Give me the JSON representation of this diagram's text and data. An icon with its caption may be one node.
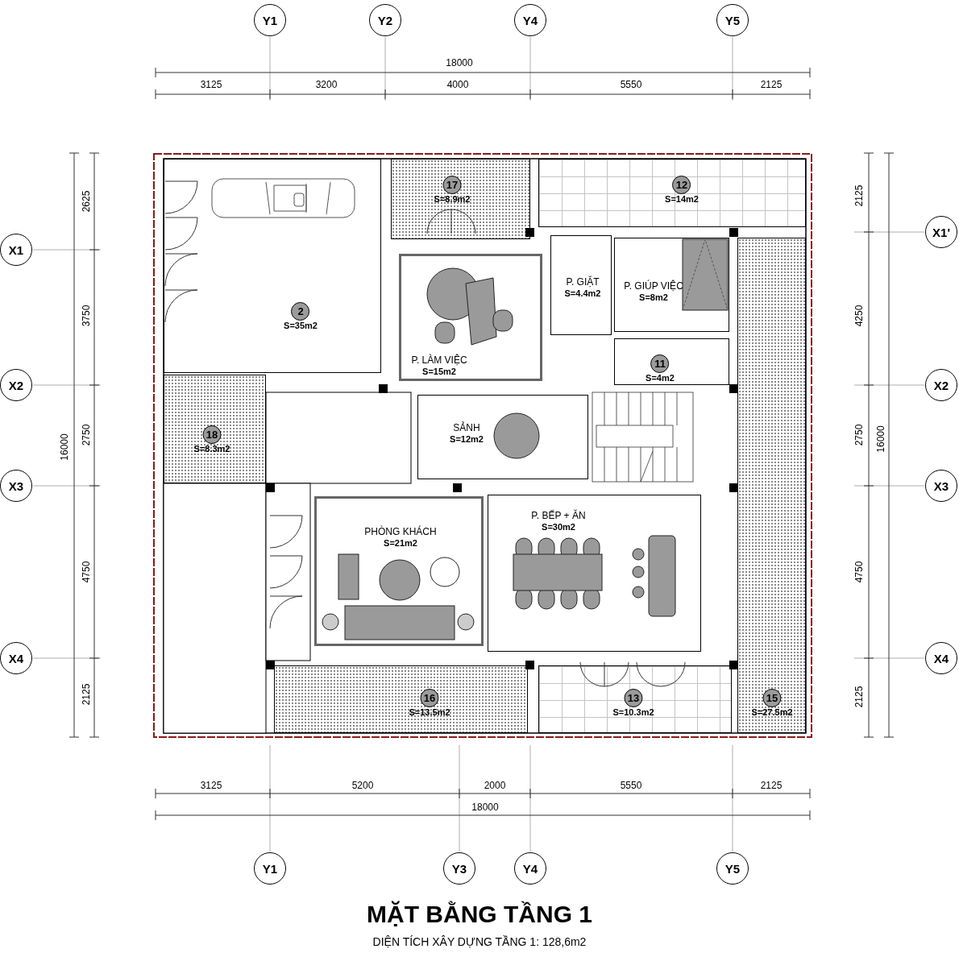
{
  "diagram": {
    "title": "MẶT BẰNG TẦNG 1",
    "caption": "DIỆN TÍCH XÂY DỰNG TẦNG 1: 128,6m2",
    "nodes": [
      {
        "text": [
          "Y1"
        ]
      },
      {
        "text": [
          "Y2"
        ]
      },
      {
        "text": [
          "Y4"
        ]
      },
      {
        "text": [
          "Y5"
        ]
      },
      {
        "text": [
          "X1"
        ]
      },
      {
        "text": [
          "X1'"
        ]
      },
      {
        "text": [
          "X2"
        ]
      },
      {
        "text": [
          "X2"
        ]
      },
      {
        "text": [
          "X3"
        ]
      },
      {
        "text": [
          "X3"
        ]
      },
      {
        "text": [
          "X4"
        ]
      },
      {
        "text": [
          "X4"
        ]
      },
      {
        "text": [
          "2",
          "S=35m2"
        ]
      },
      {
        "text": [
          "17",
          "S=8.9m2"
        ]
      },
      {
        "text": [
          "12",
          "S=14m2"
        ]
      },
      {
        "text": [
          "P. LÀM VIỆC",
          "S=15m2"
        ]
      },
      {
        "text": [
          "P. GIẶT",
          "S=4.4m2"
        ]
      },
      {
        "text": [
          "P. GIÚP VIỆC",
          "S=8m2"
        ]
      },
      {
        "text": [
          "11",
          "S=4m2"
        ]
      },
      {
        "text": [
          "18",
          "S=8.3m2"
        ]
      },
      {
        "text": [
          "SẢNH",
          "S=12m2"
        ]
      },
      {
        "text": [
          "PHÒNG KHÁCH",
          "S=21m2"
        ]
      },
      {
        "text": [
          "P. BẾP + ĂN",
          "S=30m2"
        ]
      },
      {
        "text": [
          "16",
          "S=13.5m2"
        ]
      },
      {
        "text": [
          "13",
          "S=10.3m2"
        ]
      },
      {
        "text": [
          "15",
          "S=27.5m2"
        ]
      },
      {
        "text": [
          "Y1"
        ]
      },
      {
        "text": [
          "Y3"
        ]
      },
      {
        "text": [
          "Y4"
        ]
      },
      {
        "text": [
          "Y5"
        ]
      }
    ],
    "labels": [
      "18000",
      "3125",
      "3200",
      "4000",
      "5550",
      "2125",
      "16000",
      "2625",
      "3750",
      "2750",
      "4750",
      "2125",
      "2125",
      "4250",
      "2750",
      "4750",
      "2125",
      "16000",
      "3125",
      "5200",
      "2000",
      "5550",
      "2125",
      "18000"
    ]
  }
}
